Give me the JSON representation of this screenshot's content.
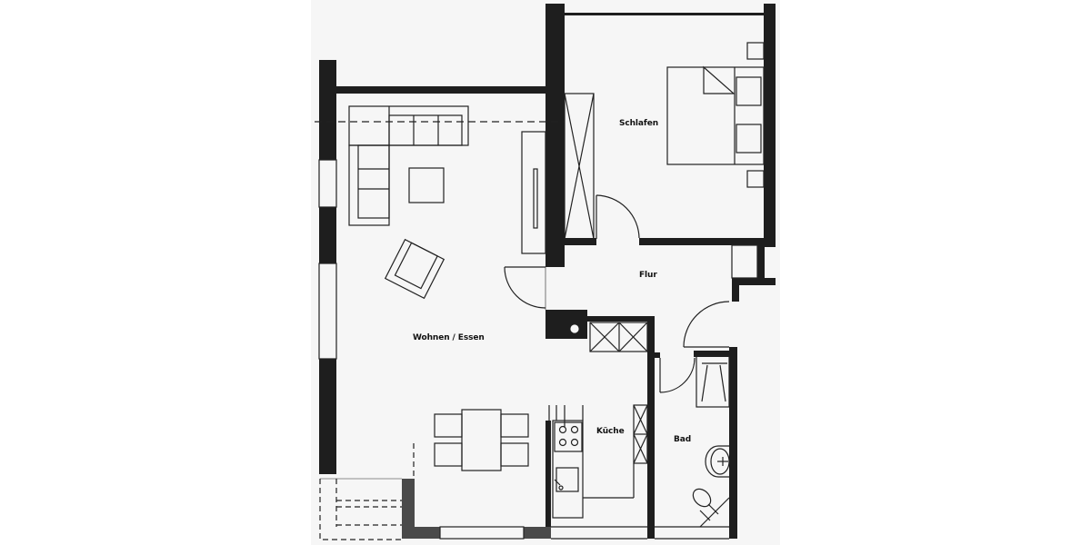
{
  "plan": {
    "type": "apartment floor plan",
    "colors": {
      "background": "#ffffff",
      "paper": "#f6f6f6",
      "wall": "#1e1e1e",
      "wall_gray": "#4a4a4a",
      "line": "#222222"
    },
    "rooms": [
      {
        "id": "wohnen",
        "label": "Wohnen / Essen"
      },
      {
        "id": "schlafen",
        "label": "Schlafen"
      },
      {
        "id": "flur",
        "label": "Flur"
      },
      {
        "id": "kueche",
        "label": "Küche"
      },
      {
        "id": "bad",
        "label": "Bad"
      }
    ],
    "furniture": [
      {
        "room": "Wohnen / Essen",
        "item": "corner-sofa"
      },
      {
        "room": "Wohnen / Essen",
        "item": "coffee-table"
      },
      {
        "room": "Wohnen / Essen",
        "item": "armchair"
      },
      {
        "room": "Wohnen / Essen",
        "item": "tv-sideboard"
      },
      {
        "room": "Wohnen / Essen",
        "item": "dining-table-4-chairs"
      },
      {
        "room": "Schlafen",
        "item": "wardrobe"
      },
      {
        "room": "Schlafen",
        "item": "double-bed"
      },
      {
        "room": "Schlafen",
        "item": "nightstands"
      },
      {
        "room": "Küche",
        "item": "tall-cabinets"
      },
      {
        "room": "Küche",
        "item": "stove-4-burner"
      },
      {
        "room": "Küche",
        "item": "sink"
      },
      {
        "room": "Bad",
        "item": "shower"
      },
      {
        "room": "Bad",
        "item": "washbasin"
      },
      {
        "room": "Bad",
        "item": "toilet"
      }
    ]
  }
}
